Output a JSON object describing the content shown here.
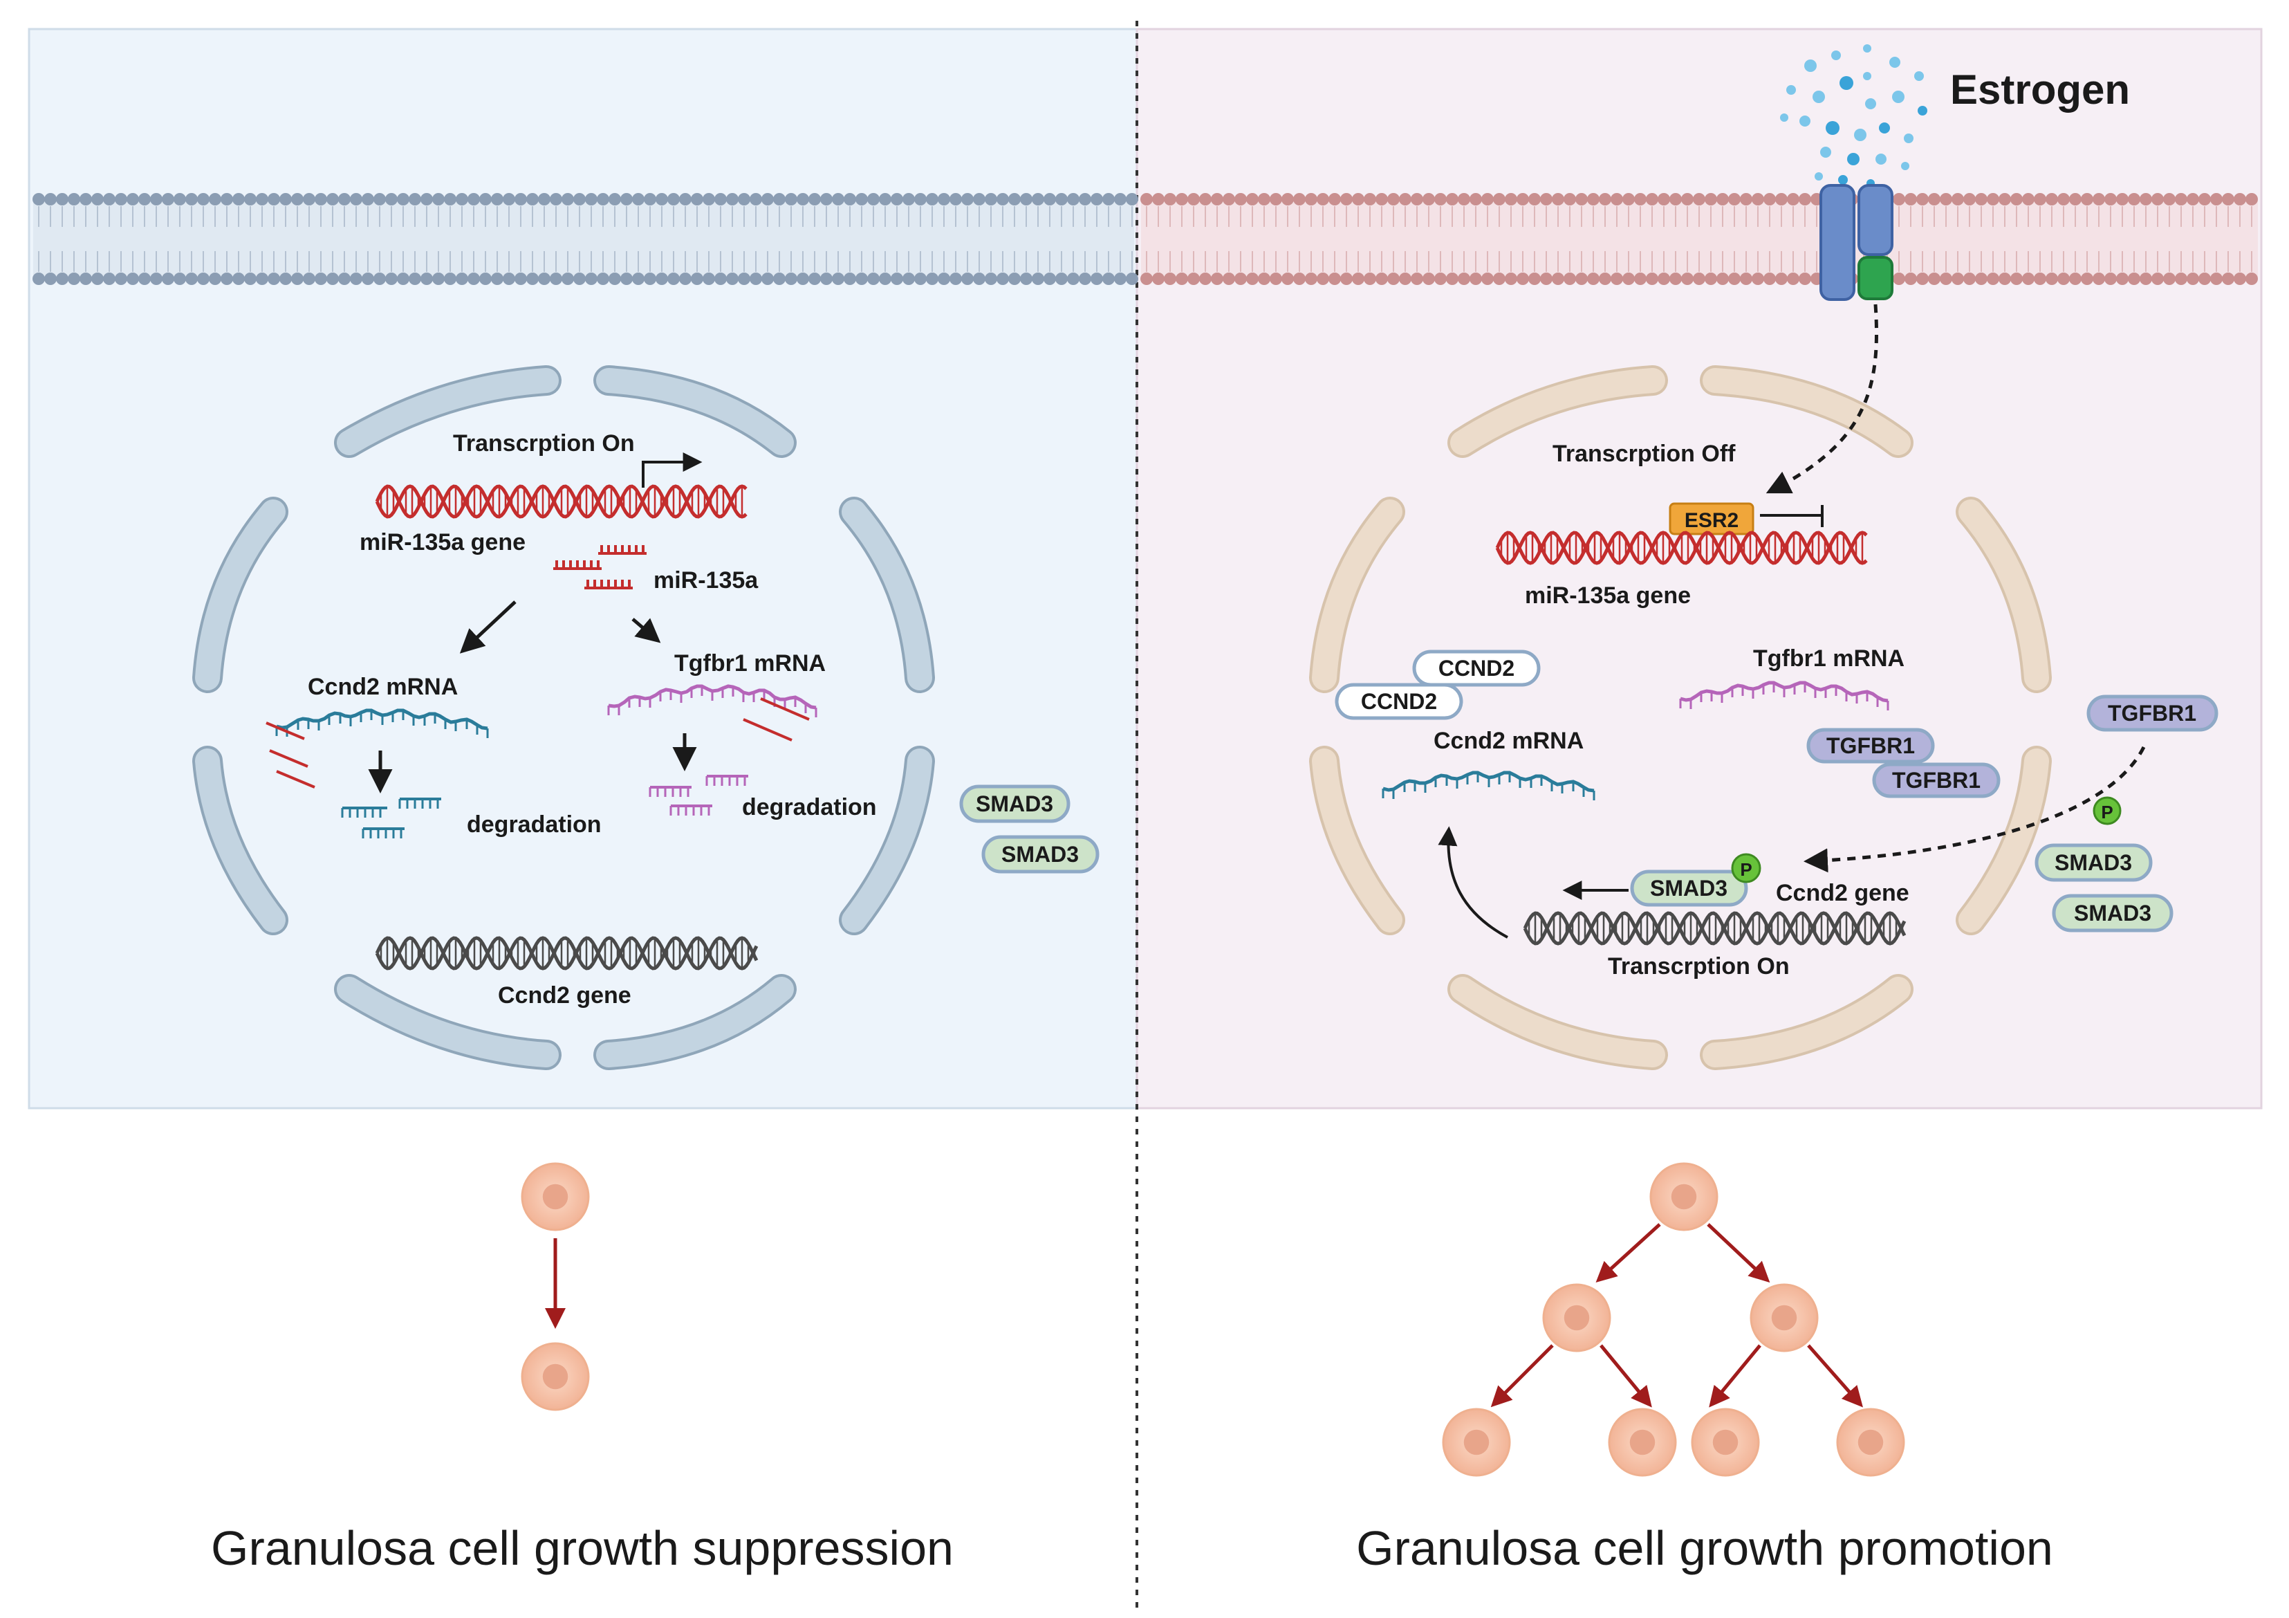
{
  "left_panel": {
    "transcription": "Transcrption On",
    "mir_gene": "miR-135a gene",
    "mir": "miR-135a",
    "ccnd2_mrna": "Ccnd2 mRNA",
    "tgfbr1_mrna": "Tgfbr1 mRNA",
    "degradation_1": "degradation",
    "degradation_2": "degradation",
    "ccnd2_gene": "Ccnd2  gene",
    "smad3_a": "SMAD3",
    "smad3_b": "SMAD3",
    "caption": "Granulosa cell growth suppression"
  },
  "right_panel": {
    "estrogen": "Estrogen",
    "transcription_off": "Transcrption Off",
    "esr2": "ESR2",
    "mir_gene": "miR-135a gene",
    "ccnd2_a": "CCND2",
    "ccnd2_b": "CCND2",
    "ccnd2_mrna": "Ccnd2 mRNA",
    "tgfbr1_mrna": "Tgfbr1 mRNA",
    "tgfbr1_a": "TGFBR1",
    "tgfbr1_b": "TGFBR1",
    "tgfbr1_out": "TGFBR1",
    "p_outer": "P",
    "p_inner": "P",
    "smad3_nuc": "SMAD3",
    "ccnd2_gene": "Ccnd2  gene",
    "transcription_on": "Transcrption On",
    "smad3_a": "SMAD3",
    "smad3_b": "SMAD3",
    "caption": "Granulosa cell growth promotion"
  },
  "colors": {
    "left_bg": "#edf4fb",
    "right_bg": "#f6eff5",
    "left_membrane": "#8b9db3",
    "right_membrane": "#c98f8f",
    "left_envelope": "#c3d4e1",
    "right_envelope": "#ead9c6",
    "dna_red": "#c42d2d",
    "dna_dark": "#4a4a4a",
    "mrna_blue": "#2a7c9a",
    "mrna_purple": "#b565b9",
    "smad3_fill": "#cde3c9",
    "tgfbr1_fill": "#b3b3da",
    "esr2_fill": "#f0a63a",
    "receptor_blue": "#6a8cc9",
    "receptor_green": "#2ea44f",
    "cell_fill": "#f6c3a6",
    "arrow_dark_red": "#a01c1c"
  }
}
